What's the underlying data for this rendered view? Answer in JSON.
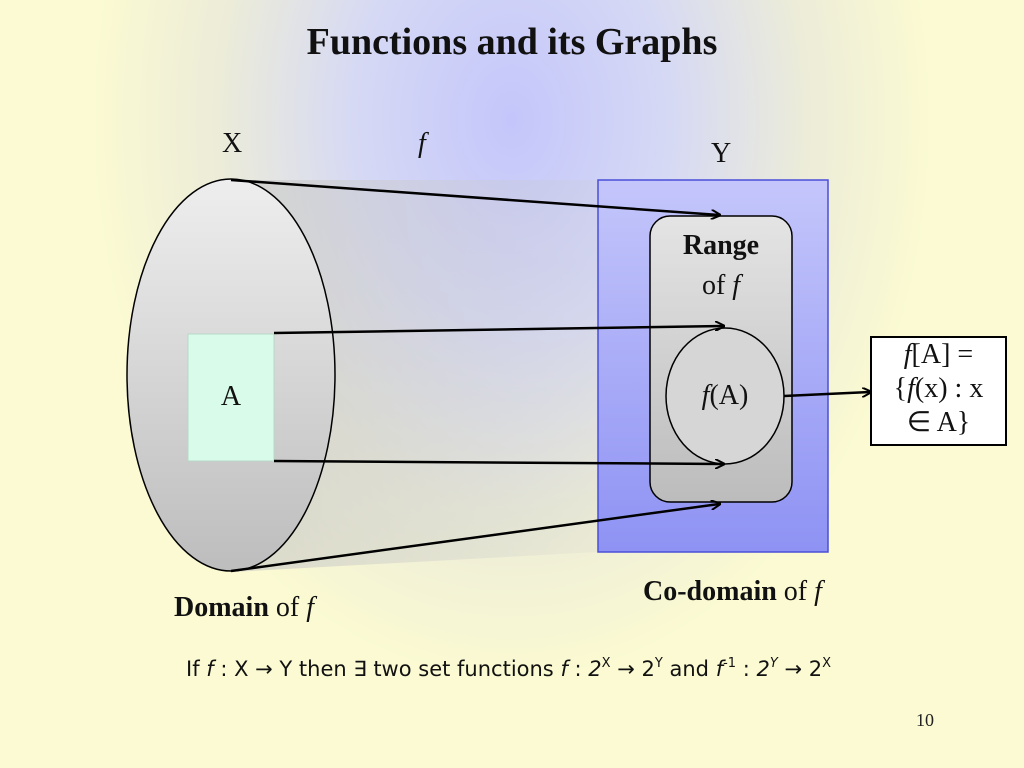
{
  "title": "Functions and its Graphs",
  "labels": {
    "X": "X",
    "Y": "Y",
    "f": "f",
    "range_bold": "Range",
    "range_of": "of ",
    "fA_f": "f",
    "fA_rest": "(A)",
    "A": "A",
    "domain_bold": "Domain",
    "codomain_bold": "Co-domain",
    "of": " of ",
    "f_italic": "f"
  },
  "definition": {
    "line1_f": "f",
    "line1_rest": "[A] =",
    "line2_open": "{",
    "line2_f": "f",
    "line2_rest": "(x) : x",
    "line3": "∈ A}"
  },
  "footer": {
    "if": "If ",
    "f1": "f",
    "map1": " : X → Y  then ∃ two set functions ",
    "f2": "f",
    "colon1": " : ",
    "two1": "2",
    "sup1": "X",
    "arrow1": " → 2",
    "sup2": "Y",
    "and": " and ",
    "f3": "f",
    "sup3": "-1",
    "colon2": " : ",
    "two2": "2",
    "sup4": "Y",
    "arrow2": " → 2",
    "sup5": "X"
  },
  "page_number": "10",
  "colors": {
    "codomain_fill": "#9b9ef6",
    "domain_fill": "#c9c9c9",
    "subset_fill": "#d9fbe9",
    "range_fill": "#c3c3c3",
    "fa_fill": "#d6d6d6"
  }
}
